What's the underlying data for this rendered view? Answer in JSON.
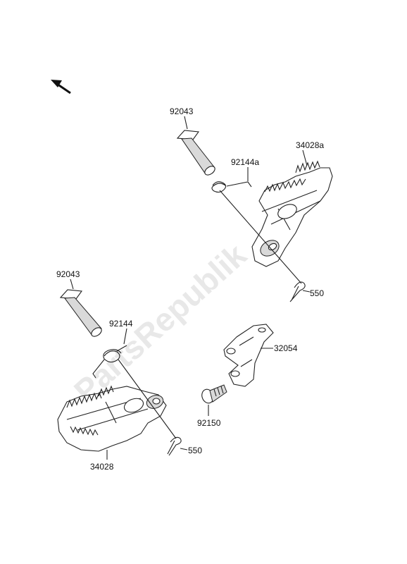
{
  "watermark": "PartsRepublik",
  "labels": {
    "pin_upper": "92043",
    "spring_upper": "92144a",
    "footpeg_right": "34028a",
    "cotter_upper": "550",
    "pin_lower": "92043",
    "spring_lower": "92144",
    "footpeg_left": "34028",
    "cotter_lower": "550",
    "bracket": "32054",
    "bolt": "92150"
  }
}
